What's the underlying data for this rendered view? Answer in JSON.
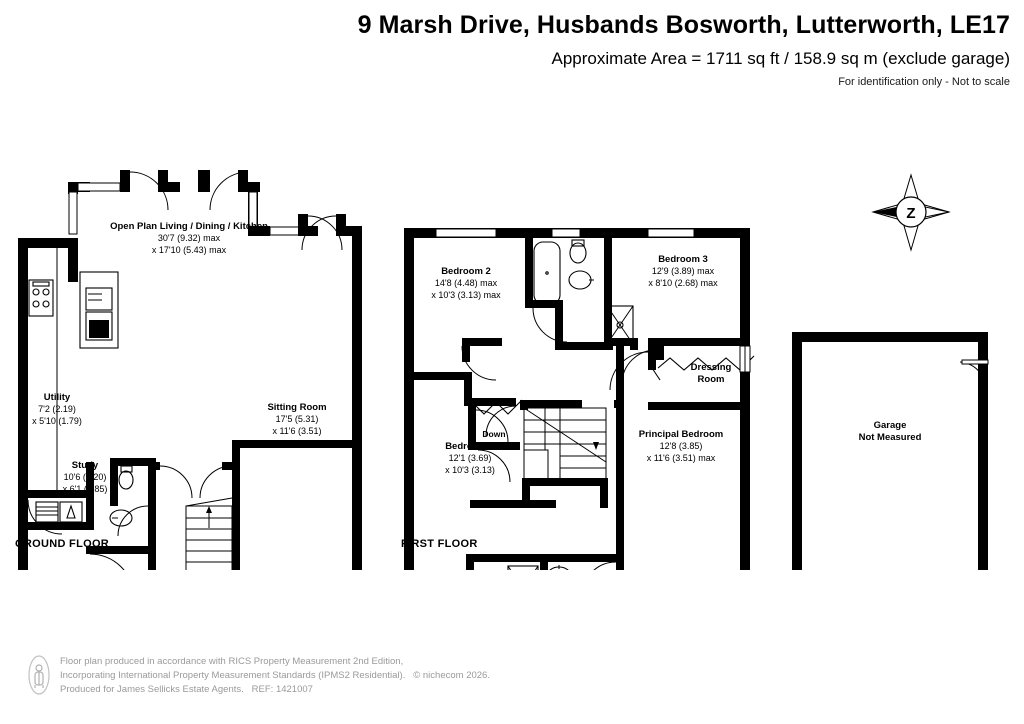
{
  "header": {
    "title": "9 Marsh Drive, Husbands Bosworth, Lutterworth, LE17",
    "area": "Approximate Area = 1711 sq ft / 158.9 sq m (exclude garage)",
    "disclaimer": "For identification only - Not to scale"
  },
  "floors": {
    "ground_label": "GROUND FLOOR",
    "first_label": "FIRST FLOOR"
  },
  "compass": {
    "letter": "Z"
  },
  "ground_rooms": [
    {
      "name": "Open Plan Living / Dining / Kitchen",
      "dim1": "30'7 (9.32) max",
      "dim2": "x 17'10 (5.43) max"
    },
    {
      "name": "Utility",
      "dim1": "7'2 (2.19)",
      "dim2": "x 5'10 (1.79)"
    },
    {
      "name": "Study",
      "dim1": "10'6 (3.20)",
      "dim2": "x 6'1 (1.85)"
    },
    {
      "name": "Sitting Room",
      "dim1": "17'5 (5.31)",
      "dim2": "x 11'6 (3.51)"
    }
  ],
  "first_rooms": [
    {
      "name": "Bedroom 2",
      "dim1": "14'8 (4.48) max",
      "dim2": "x 10'3 (3.13) max"
    },
    {
      "name": "Bedroom 3",
      "dim1": "12'9 (3.89) max",
      "dim2": "x 8'10 (2.68) max"
    },
    {
      "name": "Bedroom 4",
      "dim1": "12'1 (3.69)",
      "dim2": "x 10'3 (3.13)"
    },
    {
      "name": "Principal Bedroom",
      "dim1": "12'8 (3.85)",
      "dim2": "x 11'6 (3.51) max"
    },
    {
      "name": "Dressing",
      "dim1": "Room",
      "dim2": ""
    }
  ],
  "garage": {
    "name": "Garage",
    "status": "Not Measured"
  },
  "stairs": {
    "up_label": "Up",
    "down_label": "Down"
  },
  "footer": {
    "line1": "Floor plan produced in accordance with RICS Property Measurement 2nd Edition,",
    "line2": "Incorporating International Property Measurement Standards (IPMS2 Residential).   © nichecom 2026.",
    "line3": "Produced for James Sellicks Estate Agents.   REF: 1421007"
  }
}
